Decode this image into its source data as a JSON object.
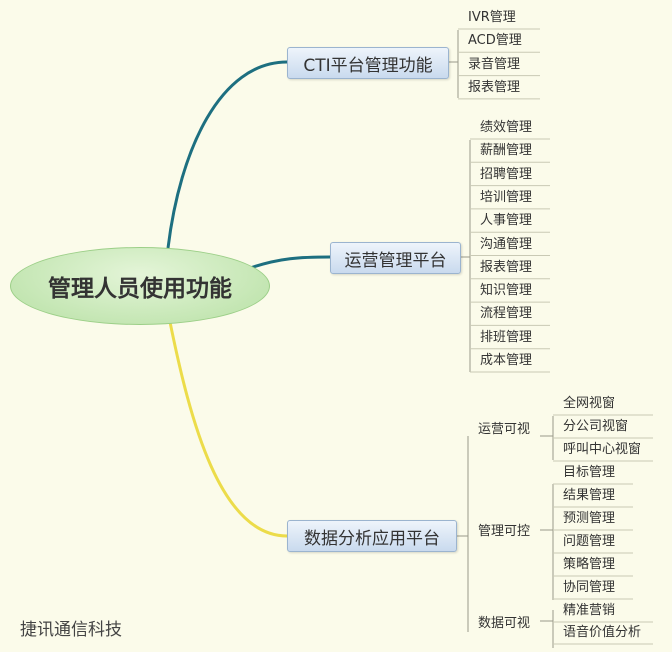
{
  "root": "管理人员使用功能",
  "branches": [
    {
      "label": "CTI平台管理功能",
      "color": "#1d6f80",
      "children": [
        "IVR管理",
        "ACD管理",
        "录音管理",
        "报表管理"
      ]
    },
    {
      "label": "运营管理平台",
      "color": "#1d6f80",
      "children": [
        "绩效管理",
        "薪酬管理",
        "招聘管理",
        "培训管理",
        "人事管理",
        "沟通管理",
        "报表管理",
        "知识管理",
        "流程管理",
        "排班管理",
        "成本管理"
      ]
    },
    {
      "label": "数据分析应用平台",
      "color": "#e8d84a",
      "subs": [
        {
          "label": "运营可视",
          "children": [
            "全网视窗",
            "分公司视窗",
            "呼叫中心视窗"
          ]
        },
        {
          "label": "管理可控",
          "children": [
            "目标管理",
            "结果管理",
            "预测管理",
            "问题管理",
            "策略管理",
            "协同管理"
          ]
        },
        {
          "label": "数据可视",
          "children": [
            "精准营销",
            "语音价值分析"
          ]
        }
      ]
    }
  ],
  "watermark": "捷讯通信科技"
}
